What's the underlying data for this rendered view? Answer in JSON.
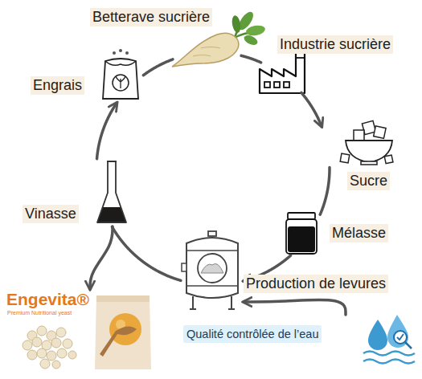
{
  "diagram": {
    "nodes": [
      {
        "text": [
          "Betterave sucrière"
        ]
      },
      {
        "text": [
          "Industrie sucrière"
        ]
      },
      {
        "text": [
          "Sucre"
        ]
      },
      {
        "text": [
          "Mélasse"
        ]
      },
      {
        "text": [
          "Production de levures"
        ]
      },
      {
        "text": [
          "Vinasse"
        ]
      },
      {
        "text": [
          "Engrais"
        ]
      },
      {
        "text": [
          "Engevita®",
          "Premium Nutritional yeast"
        ]
      },
      {
        "text": [
          "Qualité contrôlée de l’eau"
        ]
      }
    ],
    "edges": [
      {
        "from": 0,
        "to": 1,
        "arrow": "none"
      },
      {
        "from": 1,
        "to": 2,
        "arrow": "to"
      },
      {
        "from": 2,
        "to": 3,
        "arrow": "none"
      },
      {
        "from": 3,
        "to": 4,
        "arrow": "to"
      },
      {
        "from": 4,
        "to": 5,
        "arrow": "none"
      },
      {
        "from": 5,
        "to": 6,
        "arrow": "to"
      },
      {
        "from": 6,
        "to": 0,
        "arrow": "none"
      },
      {
        "from": 5,
        "to": 7,
        "arrow": "to"
      },
      {
        "from": 8,
        "to": 4,
        "arrow": "to"
      }
    ]
  }
}
